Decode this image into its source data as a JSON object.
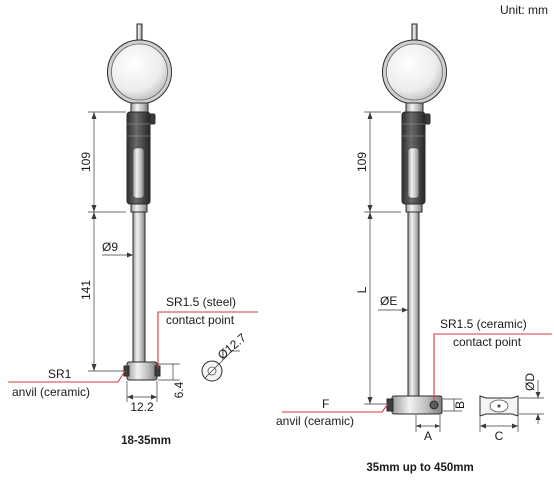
{
  "unit_label": "Unit: mm",
  "gauge_a": {
    "caption": "18-35mm",
    "dim_109": "109",
    "dim_141": "141",
    "dim_phi9": "Ø9",
    "contact_label_1": "SR1.5 (steel)",
    "contact_label_2": "contact point",
    "anvil_label_1": "SR1",
    "anvil_label_2": "anvil (ceramic)",
    "dim_12_2": "12.2",
    "dim_6_4": "6.4",
    "dim_phi12_7": "Ø12.7"
  },
  "gauge_b": {
    "caption": "35mm up to 450mm",
    "dim_109": "109",
    "dim_L": "L",
    "dim_phiE": "ØE",
    "contact_label_1": "SR1.5 (ceramic)",
    "contact_label_2": "contact point",
    "anvil_label_1": "F",
    "anvil_label_2": "anvil (ceramic)",
    "dim_A": "A",
    "dim_B": "B",
    "dim_C": "C",
    "dim_phiD": "ØD"
  },
  "colors": {
    "leader": "#d9363e",
    "outline": "#2b2b2b",
    "fill_dark": "#4a4a4a",
    "fill_light": "#d8d8d8"
  }
}
